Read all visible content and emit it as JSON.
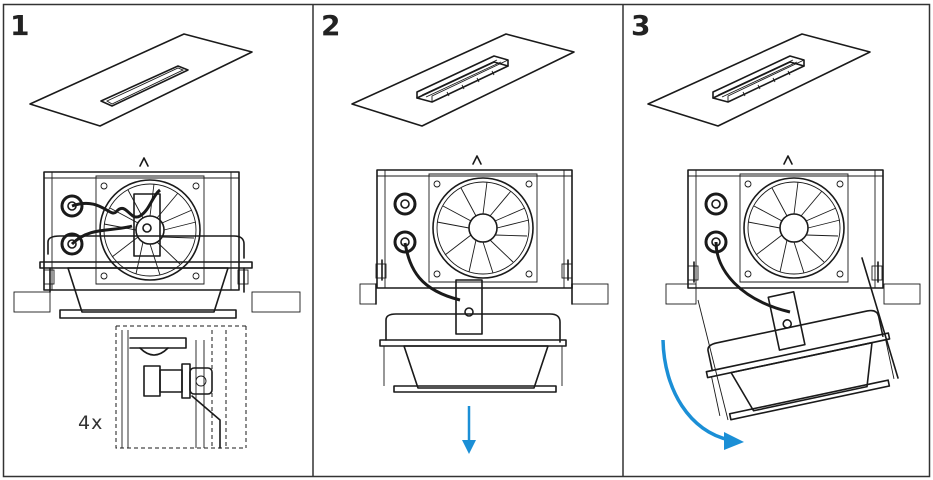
{
  "panels": [
    {
      "step": "1",
      "inset_multiplier": "4x"
    },
    {
      "step": "2"
    },
    {
      "step": "3"
    }
  ],
  "colors": {
    "arrow": "#1b8fd6",
    "line": "#1a1a1a",
    "frame": "#333333"
  },
  "icons": {
    "down_arrow": "arrow-down-icon",
    "rotate_arrow": "curved-arrow-icon"
  }
}
